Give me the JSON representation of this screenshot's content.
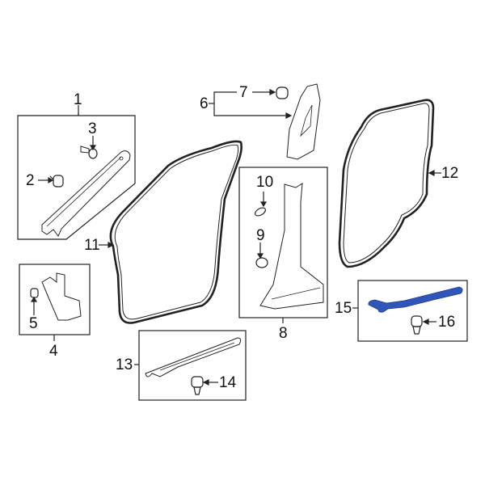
{
  "diagram": {
    "accent_color": "#2f56b8",
    "callouts": [
      {
        "id": "1",
        "label": "1"
      },
      {
        "id": "2",
        "label": "2"
      },
      {
        "id": "3",
        "label": "3"
      },
      {
        "id": "4",
        "label": "4"
      },
      {
        "id": "5",
        "label": "5"
      },
      {
        "id": "6",
        "label": "6"
      },
      {
        "id": "7",
        "label": "7"
      },
      {
        "id": "8",
        "label": "8"
      },
      {
        "id": "9",
        "label": "9"
      },
      {
        "id": "10",
        "label": "10"
      },
      {
        "id": "11",
        "label": "11"
      },
      {
        "id": "12",
        "label": "12"
      },
      {
        "id": "13",
        "label": "13"
      },
      {
        "id": "14",
        "label": "14"
      },
      {
        "id": "15",
        "label": "15"
      },
      {
        "id": "16",
        "label": "16"
      }
    ]
  }
}
